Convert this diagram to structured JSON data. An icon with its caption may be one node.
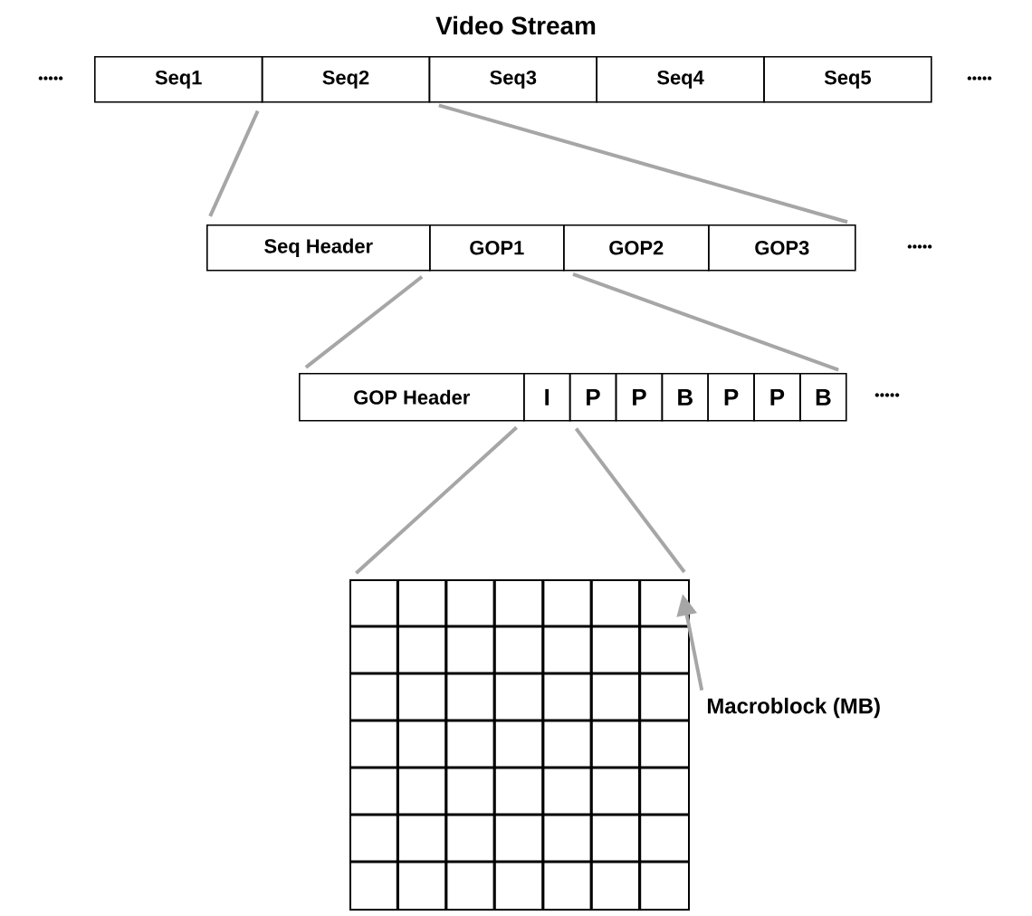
{
  "diagram": {
    "title": "Video Stream",
    "nodes": [
      {
        "text": [
          "Seq1"
        ]
      },
      {
        "text": [
          "Seq2"
        ]
      },
      {
        "text": [
          "Seq3"
        ]
      },
      {
        "text": [
          "Seq4"
        ]
      },
      {
        "text": [
          "Seq5"
        ]
      },
      {
        "text": [
          "Seq Header"
        ]
      },
      {
        "text": [
          "GOP1"
        ]
      },
      {
        "text": [
          "GOP2"
        ]
      },
      {
        "text": [
          "GOP3"
        ]
      },
      {
        "text": [
          "GOP Header"
        ]
      },
      {
        "text": [
          "I"
        ]
      },
      {
        "text": [
          "P"
        ]
      },
      {
        "text": [
          "P"
        ]
      },
      {
        "text": [
          "B"
        ]
      },
      {
        "text": [
          "P"
        ]
      },
      {
        "text": [
          "P"
        ]
      },
      {
        "text": [
          "B"
        ]
      },
      {
        "text": [],
        "shape": "grid"
      },
      {
        "text": [
          "Macroblock (MB)"
        ]
      }
    ],
    "edges": [
      {
        "from": 1,
        "to": 5,
        "arrow": "none"
      },
      {
        "from": 1,
        "to": 8,
        "arrow": "none"
      },
      {
        "from": 6,
        "to": 9,
        "arrow": "none"
      },
      {
        "from": 6,
        "to": 16,
        "arrow": "none"
      },
      {
        "from": 10,
        "to": 17,
        "arrow": "none"
      },
      {
        "from": 10,
        "to": 17,
        "arrow": "none"
      },
      {
        "from": 18,
        "to": 17,
        "arrow": "to"
      }
    ],
    "labels": [
      "•••••",
      "•••••",
      "•••••",
      "•••••"
    ]
  }
}
